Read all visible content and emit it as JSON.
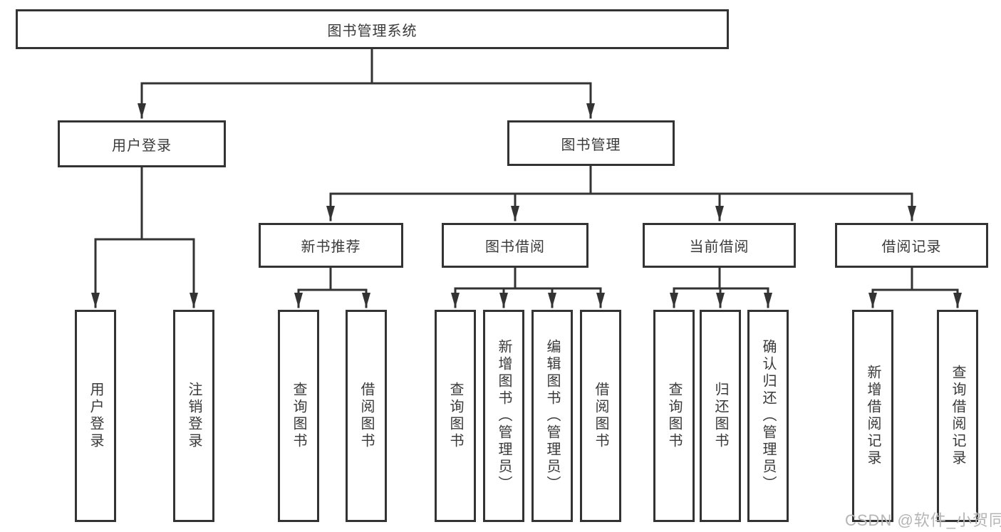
{
  "colors": {
    "line": "#333333",
    "box_fill": "#ffffff",
    "text": "#3a3a3a",
    "watermark": "#b5b5b5",
    "page_bg": "#ffffff"
  },
  "watermark": {
    "text": "CSDN @软件_小贺同学"
  },
  "tree": {
    "root": {
      "label": "图书管理系统"
    },
    "branches": [
      {
        "label": "用户登录",
        "children": [
          {
            "label": "用户登录"
          },
          {
            "label": "注销登录"
          }
        ]
      },
      {
        "label": "图书管理",
        "children": [
          {
            "label": "新书推荐",
            "children": [
              {
                "label": "查询图书"
              },
              {
                "label": "借阅图书"
              }
            ]
          },
          {
            "label": "图书借阅",
            "children": [
              {
                "label": "查询图书"
              },
              {
                "label": "新增图书（管理员）"
              },
              {
                "label": "编辑图书（管理员）"
              },
              {
                "label": "借阅图书"
              }
            ]
          },
          {
            "label": "当前借阅",
            "children": [
              {
                "label": "查询图书"
              },
              {
                "label": "归还图书"
              },
              {
                "label": "确认归还（管理员）"
              }
            ]
          },
          {
            "label": "借阅记录",
            "children": [
              {
                "label": "新增借阅记录"
              },
              {
                "label": "查询借阅记录"
              }
            ]
          }
        ]
      }
    ]
  }
}
